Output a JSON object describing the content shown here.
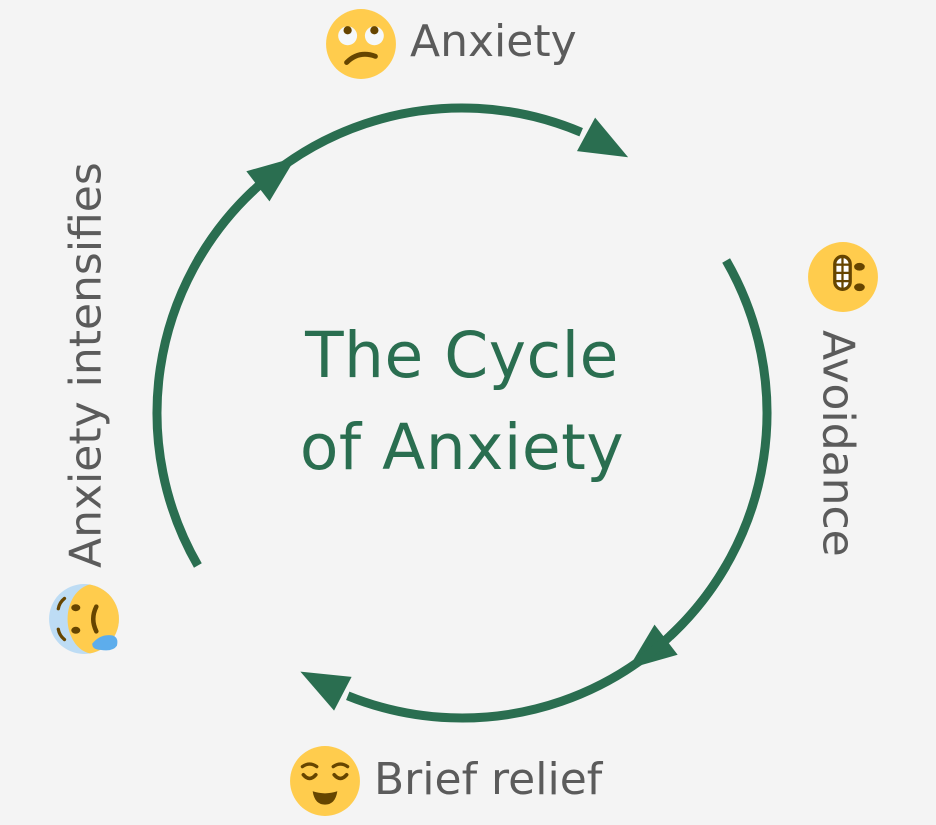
{
  "diagram": {
    "title_line1": "The Cycle",
    "title_line2": "of Anxiety",
    "colors": {
      "background": "#f4f4f4",
      "accent": "#2a6e50",
      "label_text": "#5b5b5b",
      "emoji_yellow": "#ffcc4d",
      "emoji_feature": "#664500",
      "emoji_cold_blue": "#bddcf4",
      "emoji_tear": "#5dadec"
    },
    "stages": [
      {
        "label": "Anxiety",
        "emoji": "face-with-rolling-eyes-icon"
      },
      {
        "label": "Avoidance",
        "emoji": "grimacing-face-icon"
      },
      {
        "label": "Brief relief",
        "emoji": "relieved-face-icon"
      },
      {
        "label": "Anxiety intensifies",
        "emoji": "anxious-face-with-sweat-icon"
      }
    ],
    "flow": "clockwise"
  }
}
